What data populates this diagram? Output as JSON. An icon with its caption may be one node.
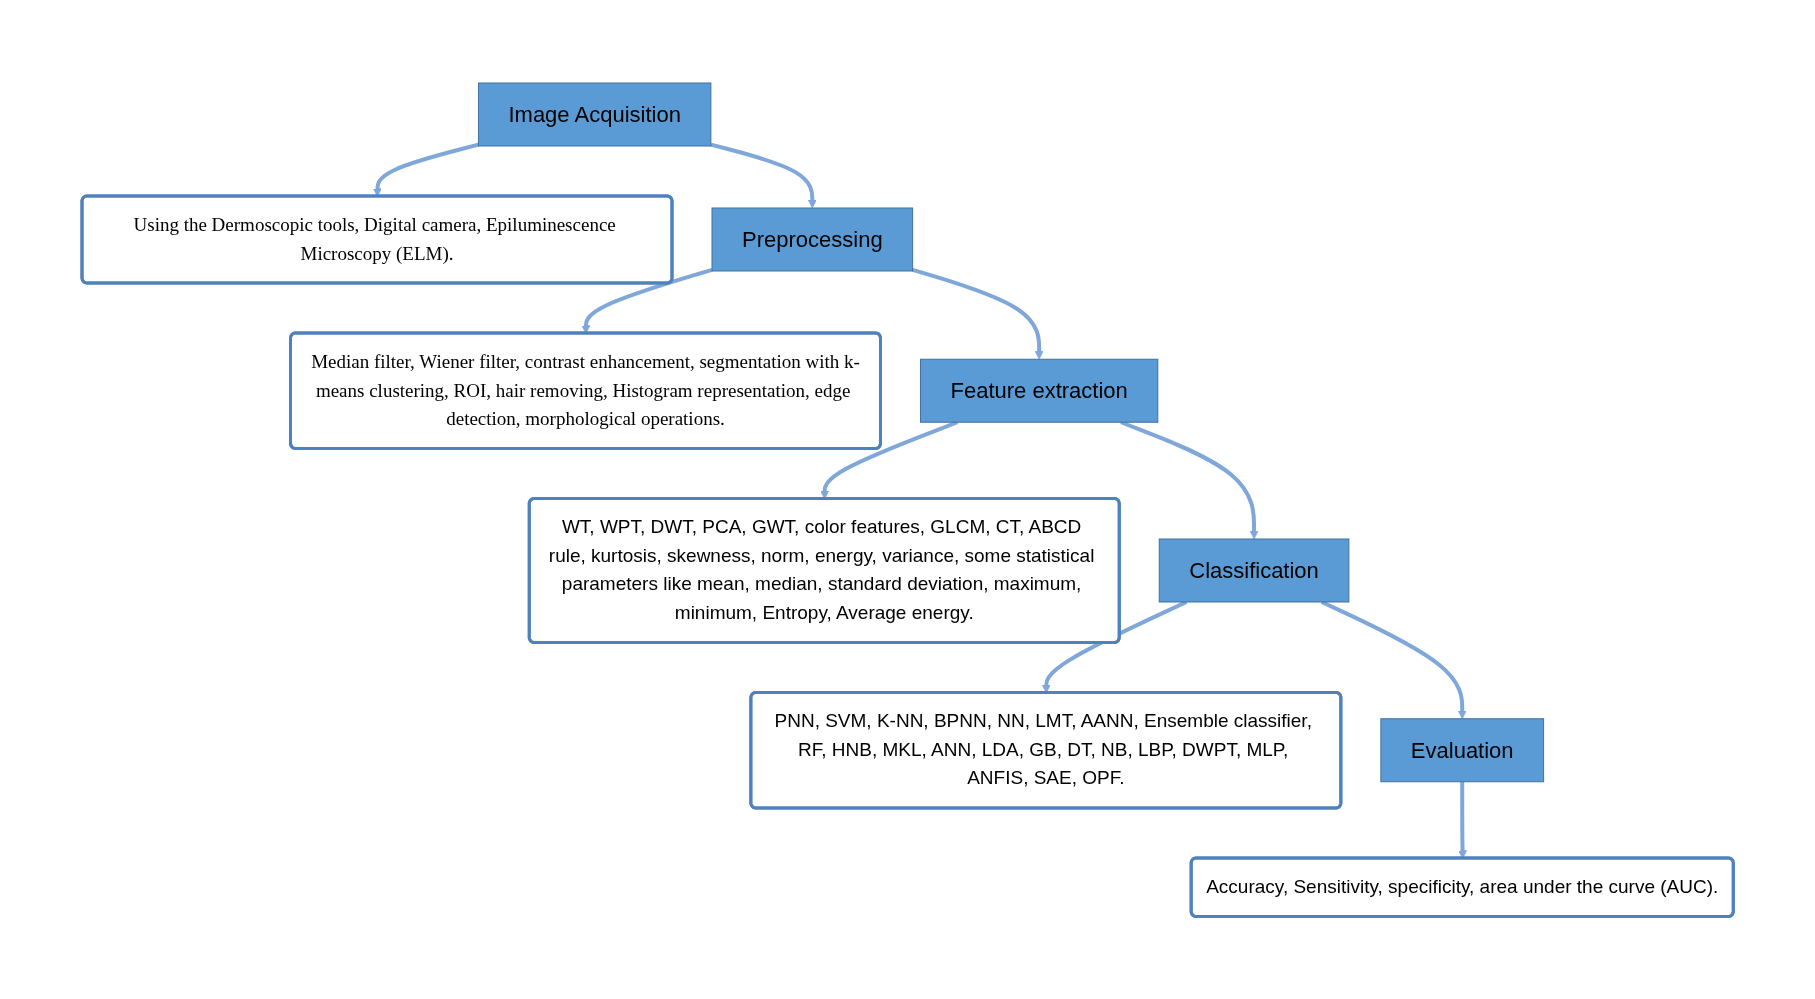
{
  "diagram": {
    "nodes": [
      {
        "text": [
          "Using the Dermoscopic tools, Digital camera, Epiluminescence Microscopy (ELM)."
        ]
      },
      {
        "text": [
          "Image Acquisition"
        ]
      },
      {
        "text": [
          "Median filter, Wiener filter, contrast enhancement, segmentation with k-means clustering, ROI, hair removing, Histogram representation, edge detection, morphological operations."
        ]
      },
      {
        "text": [
          "Preprocessing"
        ]
      },
      {
        "text": [
          "WT, WPT, DWT, PCA, GWT, color features, GLCM, CT, ABCD rule, kurtosis, skewness, norm, energy, variance, some statistical parameters like mean, median, standard deviation, maximum, minimum, Entropy, Average energy."
        ]
      },
      {
        "text": [
          "Feature extraction"
        ]
      },
      {
        "text": [
          "PNN, SVM, K-NN, BPNN, NN, LMT, AANN, Ensemble classifier, RF, HNB, MKL, ANN, LDA, GB, DT, NB, LBP, DWPT, MLP, ANFIS, SAE, OPF."
        ]
      },
      {
        "text": [
          "Classification"
        ]
      },
      {
        "text": [
          "Accuracy, Sensitivity, specificity, area under the curve (AUC)."
        ]
      },
      {
        "text": [
          "Evaluation"
        ]
      }
    ],
    "edges": [
      {
        "from": 1,
        "to": 0,
        "arrow": "to"
      },
      {
        "from": 1,
        "to": 3,
        "arrow": "to"
      },
      {
        "from": 3,
        "to": 2,
        "arrow": "to"
      },
      {
        "from": 3,
        "to": 5,
        "arrow": "to"
      },
      {
        "from": 5,
        "to": 4,
        "arrow": "to"
      },
      {
        "from": 5,
        "to": 7,
        "arrow": "to"
      },
      {
        "from": 7,
        "to": 6,
        "arrow": "to"
      },
      {
        "from": 7,
        "to": 9,
        "arrow": "to"
      },
      {
        "from": 9,
        "to": 8,
        "arrow": "to"
      }
    ]
  }
}
